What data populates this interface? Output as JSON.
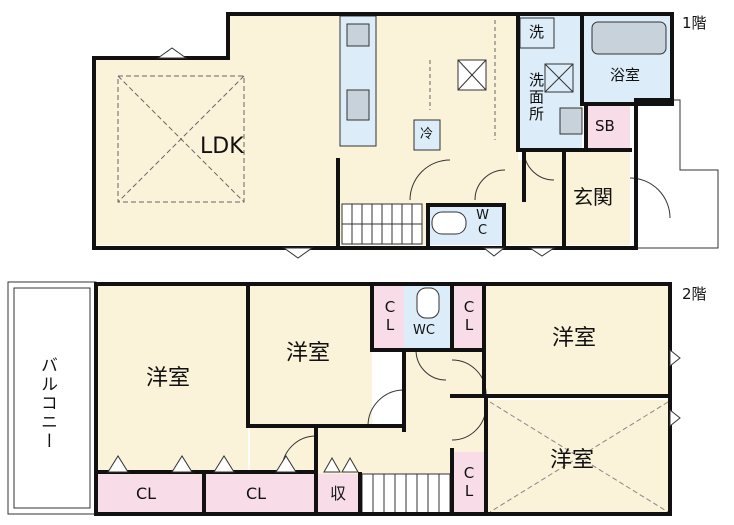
{
  "colors": {
    "wall": "#111111",
    "living": "#faf3d9",
    "water": "#dcecf8",
    "storage": "#f8dde9",
    "balcony": "#ffffff",
    "fixture": "#c8d2da"
  },
  "floors": {
    "first": {
      "label": "1階",
      "rooms": {
        "ldk": "LDK",
        "laundry": "洗",
        "washroom": "洗面所",
        "bath": "浴室",
        "sb": "SB",
        "entrance": "玄関",
        "wc": "WC",
        "fridge": "冷"
      }
    },
    "second": {
      "label": "2階",
      "rooms": {
        "bedroom_west": "洋室",
        "bedroom_center": "洋室",
        "bedroom_ne": "洋室",
        "bedroom_se": "洋室",
        "balcony": "バルコニー",
        "wc": "WC",
        "cl_1": "CL",
        "cl_2": "CL",
        "cl_3": "CL",
        "cl_4": "CL",
        "cl_5": "CL",
        "storage": "収"
      }
    }
  }
}
